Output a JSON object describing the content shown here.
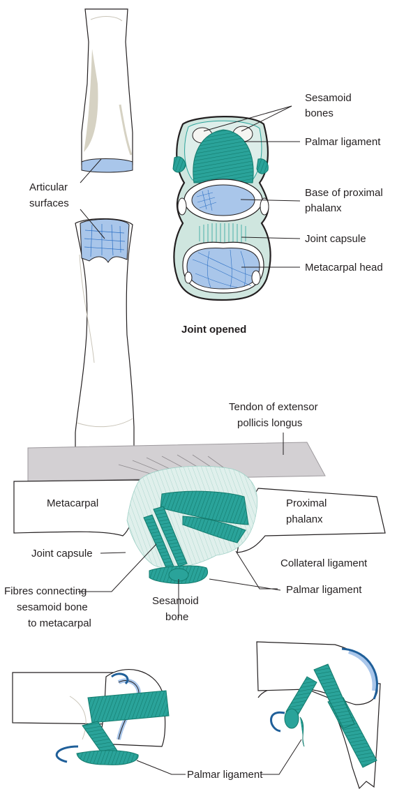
{
  "top_left": {
    "label_articular_line1": "Articular",
    "label_articular_line2": "surfaces"
  },
  "top_right": {
    "label_sesamoid_line1": "Sesamoid",
    "label_sesamoid_line2": "bones",
    "label_palmar_ligament": "Palmar ligament",
    "label_base_line1": "Base of proximal",
    "label_base_line2": "phalanx",
    "label_joint_capsule": "Joint capsule",
    "label_metacarpal_head": "Metacarpal head",
    "caption": "Joint opened"
  },
  "middle": {
    "label_tendon_line1": "Tendon of extensor",
    "label_tendon_line2": "pollicis longus",
    "label_metacarpal": "Metacarpal",
    "label_proximal_line1": "Proximal",
    "label_proximal_line2": "phalanx",
    "label_joint_capsule": "Joint capsule",
    "label_collateral": "Collateral ligament",
    "label_fibres_line1": "Fibres connecting",
    "label_fibres_line2": "sesamoid bone",
    "label_fibres_line3": "to metacarpal",
    "label_sesamoid_line1": "Sesamoid",
    "label_sesamoid_line2": "bone",
    "label_palmar": "Palmar ligament"
  },
  "bottom": {
    "label_palmar": "Palmar ligament"
  },
  "colors": {
    "ligament": "#2aa39a",
    "ligament_dark": "#15806f",
    "capsule": "#d7ece8",
    "articular": "#a9c6ea",
    "bone_outline": "#231f20",
    "tendon": "#d3d0d3"
  }
}
